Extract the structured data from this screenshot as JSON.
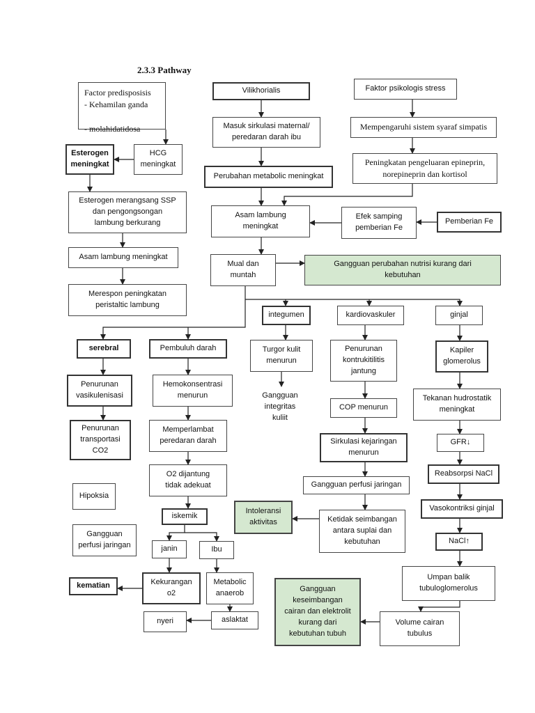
{
  "title": "2.3.3 Pathway",
  "nodes": {
    "faktor_predisposisi": "Factor predisposisis\n- Kehamilan ganda\n\n- molahidatidosa",
    "vilikhorialis": "Vilikhorialis",
    "faktor_psikologis": "Faktor psikologis stress",
    "masuk_sirkulasi": "Masuk sirkulasi maternal/\nperedaran darah ibu",
    "mempengaruhi_syaraf": "Mempengaruhi sistem syaraf simpatis",
    "esterogen_meningkat": "Esterogen\nmeningkat",
    "hcg_meningkat": "HCG\nmeningkat",
    "perubahan_metabolic": "Perubahan metabolic meningkat",
    "peningkatan_epineprin": "Peningkatan pengeluaran epineprin,\nnorepineprin dan kortisol",
    "esterogen_ssp": "Esterogen merangsang SSP\ndan pengongsongan\nlambung berkurang",
    "asam_lambung_center": "Asam lambung\nmeningkat",
    "efek_samping_fe": "Efek samping\npemberian Fe",
    "pemberian_fe": "Pemberian Fe",
    "asam_lambung_left": "Asam lambung meningkat",
    "mual_muntah": "Mual dan\nmuntah",
    "gangguan_nutrisi": "Gangguan perubahan nutrisi kurang dari\nkebutuhan",
    "merespon_peristaltik": "Merespon peningkatan\nperistaltic lambung",
    "integumen": "integumen",
    "kardiovaskuler": "kardiovaskuler",
    "ginjal": "ginjal",
    "serebral": "serebral",
    "pembuluh_darah": "Pembuluh darah",
    "turgor_kulit": "Turgor kulit\nmenurun",
    "penurunan_kontraktilitas": "Penurunan\nkontrukitilitis\njantung",
    "kapiler_glomerolus": "Kapiler\nglomerolus",
    "penurunan_vasikulenisasi": "Penurunan\nvasikulenisasi",
    "hemokonsentrasi": "Hemokonsentrasi\nmenurun",
    "gangguan_integritas": "Gangguan\nintegritas\nkuliit",
    "cop_menurun": "COP menurun",
    "tekanan_hidrostatik": "Tekanan hudrostatik\nmeningkat",
    "penurunan_transportasi": "Penurunan\ntransportasi\nCO2",
    "memperlambat_peredaran": "Memperlambat\nperedaran darah",
    "sirkulasi_jaringan": "Sirkulasi kejaringan\nmenurun",
    "gfr": "GFR↓",
    "o2_dijantung": "O2 dijantung\ntidak adekuat",
    "reabsorpsi_nacl": "Reabsorpsi NaCl",
    "hipoksia": "Hipoksia",
    "gangguan_perfusi_center": "Gangguan perfusi jaringan",
    "iskemik": "iskemik",
    "intoleransi_aktivitas": "Intoleransi\naktivitas",
    "ketidak_seimbangan": "Ketidak seimbangan\nantara suplai dan\nkebutuhan",
    "vasokontriksi_ginjal": "Vasokontriksi ginjal",
    "gangguan_perfusi_left": "Gangguan\nperfusi jaringan",
    "janin": "janin",
    "ibu": "Ibu",
    "nacl": "NaCl↑",
    "kematian": "kematian",
    "kekurangan_o2": "Kekurangan\no2",
    "metabolic_anaerob": "Metabolic\nanaerob",
    "umpan_balik": "Umpan balik\ntubuloglomerolus",
    "gangguan_cairan": "Gangguan\nkeseimbangan\ncairan dan elektrolit\nkurang dari\nkebutuhan tubuh",
    "nyeri": "nyeri",
    "aslaktat": "aslaktat",
    "volume_cairan": "Volume cairan\ntubulus"
  }
}
